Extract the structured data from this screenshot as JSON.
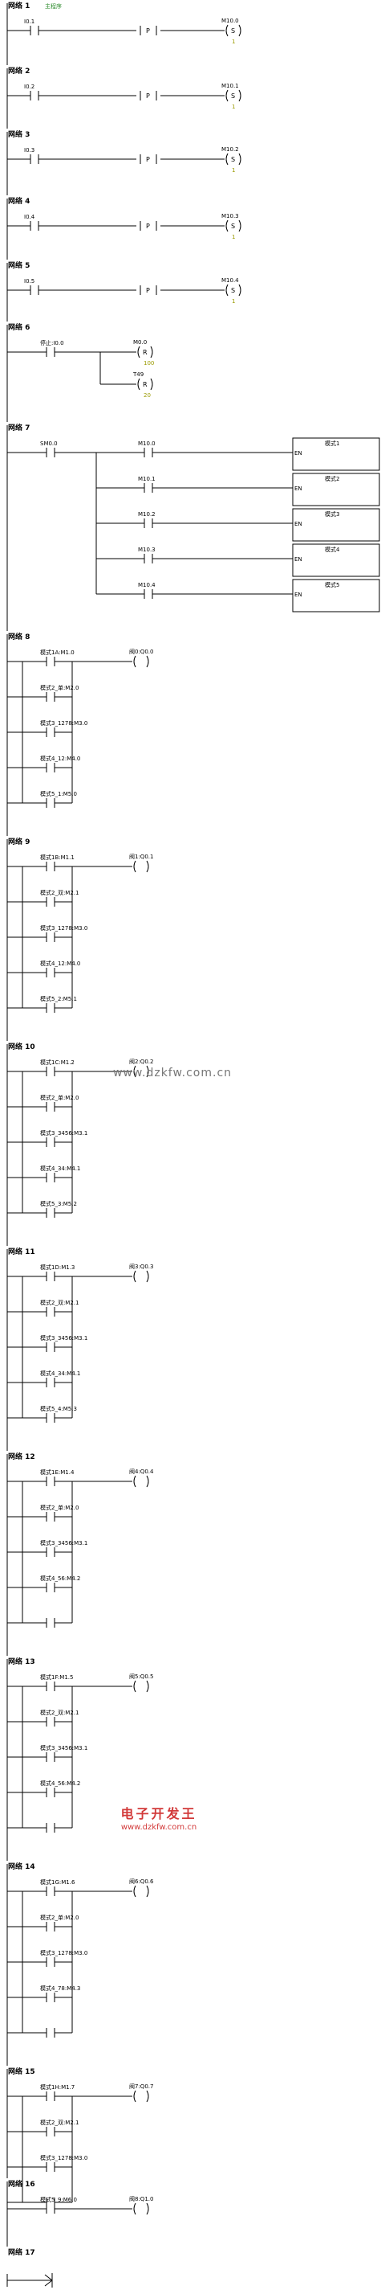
{
  "networks": [
    {
      "label": "网络 1",
      "comment": "主程序",
      "contacts": [
        {
          "op": "I0.1",
          "type": "no"
        }
      ],
      "edge": "P",
      "coil": {
        "op": "M10.0",
        "letter": "S",
        "param": "1"
      }
    },
    {
      "label": "网络 2",
      "contacts": [
        {
          "op": "I0.2",
          "type": "no"
        }
      ],
      "edge": "P",
      "coil": {
        "op": "M10.1",
        "letter": "S",
        "param": "1"
      }
    },
    {
      "label": "网络 3",
      "contacts": [
        {
          "op": "I0.3",
          "type": "no"
        }
      ],
      "edge": "P",
      "coil": {
        "op": "M10.2",
        "letter": "S",
        "param": "1"
      }
    },
    {
      "label": "网络 4",
      "contacts": [
        {
          "op": "I0.4",
          "type": "no"
        }
      ],
      "edge": "P",
      "coil": {
        "op": "M10.3",
        "letter": "S",
        "param": "1"
      }
    },
    {
      "label": "网络 5",
      "contacts": [
        {
          "op": "I0.5",
          "type": "no"
        }
      ],
      "edge": "P",
      "coil": {
        "op": "M10.4",
        "letter": "S",
        "param": "1"
      }
    },
    {
      "label": "网络 6",
      "contacts": [
        {
          "op": "停止:I0.0",
          "type": "no"
        }
      ],
      "coils": [
        {
          "op": "M0.0",
          "letter": "R",
          "param": "100"
        },
        {
          "op": "T49",
          "letter": "R",
          "param": "20"
        }
      ]
    },
    {
      "label": "网络 7",
      "contacts": [
        {
          "op": "SM0.0",
          "type": "no"
        }
      ],
      "branches": [
        {
          "op": "M10.0",
          "box": "模式1",
          "en": "EN"
        },
        {
          "op": "M10.1",
          "box": "模式2",
          "en": "EN"
        },
        {
          "op": "M10.2",
          "box": "模式3",
          "en": "EN"
        },
        {
          "op": "M10.3",
          "box": "模式4",
          "en": "EN"
        },
        {
          "op": "M10.4",
          "box": "模式5",
          "en": "EN"
        }
      ]
    },
    {
      "label": "网络 8",
      "parallel": [
        "模式1A:M1.0",
        "模式2_单:M2.0",
        "模式3_1278:M3.0",
        "模式4_12:M4.0",
        "模式5_1:M5.0"
      ],
      "coil": {
        "op": "阀0:Q0.0"
      }
    },
    {
      "label": "网络 9",
      "parallel": [
        "模式1B:M1.1",
        "模式2_双:M2.1",
        "模式3_1278:M3.0",
        "模式4_12:M4.0",
        "模式5_2:M5.1"
      ],
      "coil": {
        "op": "阀1:Q0.1"
      }
    },
    {
      "label": "网络 10",
      "parallel": [
        "模式1C:M1.2",
        "模式2_单:M2.0",
        "模式3_3456:M3.1",
        "模式4_34:M4.1",
        "模式5_3:M5.2"
      ],
      "coil": {
        "op": "阀2:Q0.2"
      }
    },
    {
      "label": "网络 11",
      "parallel": [
        "模式1D:M1.3",
        "模式2_双:M2.1",
        "模式3_3456:M3.1",
        "模式4_34:M4.1",
        "模式5_4:M5.3"
      ],
      "coil": {
        "op": "阀3:Q0.3"
      }
    },
    {
      "label": "网络 12",
      "parallel": [
        "模式1E:M1.4",
        "模式2_单:M2.0",
        "模式3_3456:M3.1",
        "模式4_56:M4.2",
        ""
      ],
      "coil": {
        "op": "阀4:Q0.4"
      }
    },
    {
      "label": "网络 13",
      "parallel": [
        "模式1F:M1.5",
        "模式2_双:M2.1",
        "模式3_3456:M3.1",
        "模式4_56:M4.2",
        ""
      ],
      "coil": {
        "op": "阀5:Q0.5"
      }
    },
    {
      "label": "网络 14",
      "parallel": [
        "模式1G:M1.6",
        "模式2_单:M2.0",
        "模式3_1278:M3.0",
        "模式4_78:M4.3",
        ""
      ],
      "coil": {
        "op": "阀6:Q0.6"
      }
    },
    {
      "label": "网络 15",
      "parallel": [
        "模式1H:M1.7",
        "模式2_双:M2.1",
        "模式3_1278:M3.0",
        ""
      ],
      "coil": {
        "op": "阀7:Q0.7"
      }
    },
    {
      "label": "网络 16",
      "parallel": [
        "模式5_9:M6.0"
      ],
      "coil": {
        "op": "阀8:Q1.0"
      }
    },
    {
      "label": "网络 17",
      "end": true
    }
  ],
  "watermark": {
    "url": "www.dzkfw.com.cn",
    "brand": "电子开发王",
    "brand_url": "www.dzkfw.com.cn"
  }
}
